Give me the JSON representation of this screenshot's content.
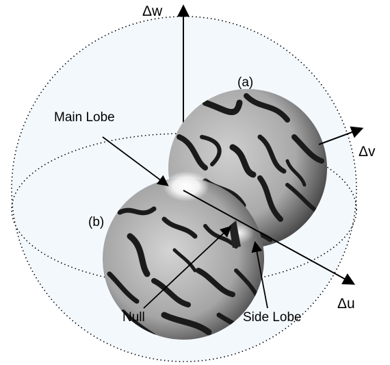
{
  "axes": {
    "w_label": "Δw",
    "v_label": "Δv",
    "u_label": "Δu"
  },
  "labels": {
    "sphere_a": "(a)",
    "sphere_b": "(b)",
    "main_lobe": "Main Lobe",
    "null": "Null",
    "side_lobe": "Side Lobe"
  },
  "colors": {
    "outer_sphere_fill": "#f3f8fd",
    "line": "#000000",
    "sphere_dark": "#1a1a1a",
    "sphere_light": "#d0d0d0",
    "main_lobe_highlight": "#ffffff"
  }
}
